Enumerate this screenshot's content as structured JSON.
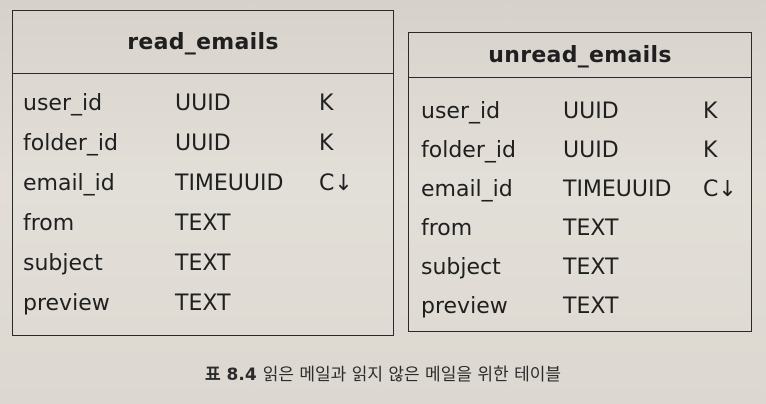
{
  "tables": [
    {
      "name": "read_emails",
      "columns": [
        {
          "name": "user_id",
          "type": "UUID",
          "key": "K"
        },
        {
          "name": "folder_id",
          "type": "UUID",
          "key": "K"
        },
        {
          "name": "email_id",
          "type": "TIMEUUID",
          "key": "C↓"
        },
        {
          "name": "from",
          "type": "TEXT",
          "key": ""
        },
        {
          "name": "subject",
          "type": "TEXT",
          "key": ""
        },
        {
          "name": "preview",
          "type": "TEXT",
          "key": ""
        }
      ]
    },
    {
      "name": "unread_emails",
      "columns": [
        {
          "name": "user_id",
          "type": "UUID",
          "key": "K"
        },
        {
          "name": "folder_id",
          "type": "UUID",
          "key": "K"
        },
        {
          "name": "email_id",
          "type": "TIMEUUID",
          "key": "C↓"
        },
        {
          "name": "from",
          "type": "TEXT",
          "key": ""
        },
        {
          "name": "subject",
          "type": "TEXT",
          "key": ""
        },
        {
          "name": "preview",
          "type": "TEXT",
          "key": ""
        }
      ]
    }
  ],
  "caption": {
    "label": "표 8.4",
    "text": "읽은 메일과 읽지 않은 메일을 위한 테이블"
  }
}
